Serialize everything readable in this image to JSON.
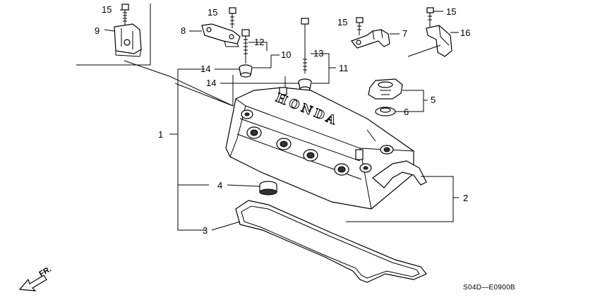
{
  "diagram": {
    "callouts": {
      "p1": "1",
      "p2": "2",
      "p3": "3",
      "p4": "4",
      "p5": "5",
      "p6": "6",
      "p7": "7",
      "p8": "8",
      "p9": "9",
      "p10": "10",
      "p11": "11",
      "p12": "12",
      "p13": "13",
      "p14a": "14",
      "p14b": "14",
      "p15a": "15",
      "p15b": "15",
      "p15c": "15",
      "p15d": "15",
      "p16": "16"
    },
    "cover_brand": "HONDA",
    "direction_label": "FR.",
    "diagram_code": "S04D—E0900B"
  }
}
